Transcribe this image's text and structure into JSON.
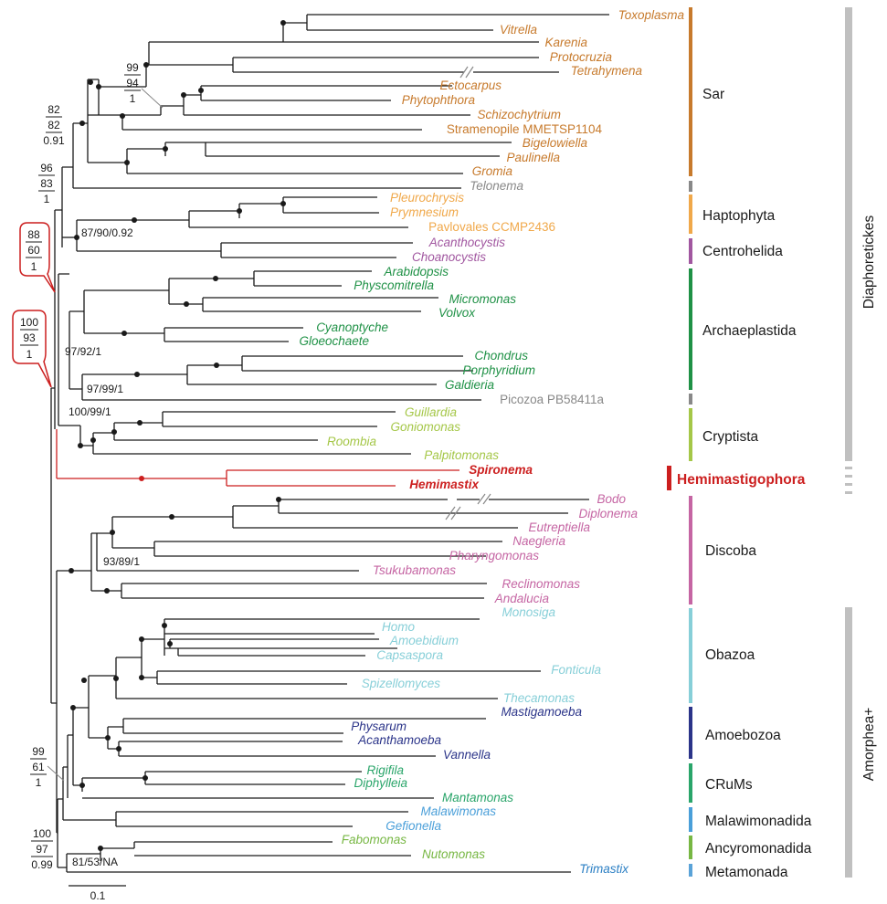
{
  "colors": {
    "sar": "#c77a2c",
    "haptophyta": "#f0a84a",
    "centrohelida": "#a157a0",
    "archaeplastida": "#1f9146",
    "cryptista": "#a5c748",
    "hemimastigophora": "#cc1f1f",
    "discoba": "#c565a3",
    "obazoa": "#87cfd8",
    "amoebozoa": "#2b3489",
    "crums": "#2aa56a",
    "malawimonadida": "#4a9fd9",
    "ancyromonadida": "#77b743",
    "metamonada": "#5aa3d8",
    "gray": "#888888",
    "superbar": "#c0c0c0"
  },
  "taxa": [
    {
      "name": "Toxoplasma"
    },
    {
      "name": "Vitrella"
    },
    {
      "name": "Karenia"
    },
    {
      "name": "Protocruzia"
    },
    {
      "name": "Tetrahymena"
    },
    {
      "name": "Ectocarpus"
    },
    {
      "name": "Phytophthora"
    },
    {
      "name": "Schizochytrium"
    },
    {
      "name": "Stramenopile MMETSP1104"
    },
    {
      "name": "Bigelowiella"
    },
    {
      "name": "Paulinella"
    },
    {
      "name": "Gromia"
    },
    {
      "name": "Telonema"
    },
    {
      "name": "Pleurochrysis"
    },
    {
      "name": "Prymnesium"
    },
    {
      "name": "Pavlovales CCMP2436"
    },
    {
      "name": "Acanthocystis"
    },
    {
      "name": "Choanocystis"
    },
    {
      "name": "Arabidopsis"
    },
    {
      "name": "Physcomitrella"
    },
    {
      "name": "Micromonas"
    },
    {
      "name": "Volvox"
    },
    {
      "name": "Cyanoptyche"
    },
    {
      "name": "Gloeochaete"
    },
    {
      "name": "Chondrus"
    },
    {
      "name": "Porphyridium"
    },
    {
      "name": "Galdieria"
    },
    {
      "name": "Picozoa PB58411a"
    },
    {
      "name": "Guillardia"
    },
    {
      "name": "Goniomonas"
    },
    {
      "name": "Roombia"
    },
    {
      "name": "Palpitomonas"
    },
    {
      "name": "Spironema"
    },
    {
      "name": "Hemimastix"
    },
    {
      "name": "Bodo"
    },
    {
      "name": "Diplonema"
    },
    {
      "name": "Eutreptiella"
    },
    {
      "name": "Naegleria"
    },
    {
      "name": "Pharyngomonas"
    },
    {
      "name": "Tsukubamonas"
    },
    {
      "name": "Reclinomonas"
    },
    {
      "name": "Andalucia"
    },
    {
      "name": "Monosiga"
    },
    {
      "name": "Homo"
    },
    {
      "name": "Amoebidium"
    },
    {
      "name": "Capsaspora"
    },
    {
      "name": "Fonticula"
    },
    {
      "name": "Spizellomyces"
    },
    {
      "name": "Thecamonas"
    },
    {
      "name": "Mastigamoeba"
    },
    {
      "name": "Physarum"
    },
    {
      "name": "Acanthamoeba"
    },
    {
      "name": "Vannella"
    },
    {
      "name": "Rigifila"
    },
    {
      "name": "Diphylleia"
    },
    {
      "name": "Mantamonas"
    },
    {
      "name": "Malawimonas"
    },
    {
      "name": "Gefionella"
    },
    {
      "name": "Fabomonas"
    },
    {
      "name": "Nutomonas"
    },
    {
      "name": "Trimastix"
    }
  ],
  "groups": [
    {
      "name": "Sar"
    },
    {
      "name": "Haptophyta"
    },
    {
      "name": "Centrohelida"
    },
    {
      "name": "Archaeplastida"
    },
    {
      "name": "Cryptista"
    },
    {
      "name": "Hemimastigophora"
    },
    {
      "name": "Discoba"
    },
    {
      "name": "Obazoa"
    },
    {
      "name": "Amoebozoa"
    },
    {
      "name": "CRuMs"
    },
    {
      "name": "Malawimonadida"
    },
    {
      "name": "Ancyromonadida"
    },
    {
      "name": "Metamonada"
    }
  ],
  "supergroups": [
    {
      "name": "Diaphoretickes"
    },
    {
      "name": "Amorphea+"
    }
  ],
  "support": {
    "s1": [
      "99",
      "94",
      "1"
    ],
    "s2": [
      "82",
      "82",
      "0.91"
    ],
    "s3": [
      "96",
      "83",
      "1"
    ],
    "s4": [
      "88",
      "60",
      "1"
    ],
    "s5": [
      "100",
      "93",
      "1"
    ],
    "s6": [
      "99",
      "61",
      "1"
    ],
    "s7": [
      "100",
      "97",
      "0.99"
    ],
    "l1": "87/90/0.92",
    "l2": "97/92/1",
    "l3": "97/99/1",
    "l4": "100/99/1",
    "l5": "93/89/1",
    "l6": "81/53/NA"
  },
  "scale": {
    "label": "0.1"
  }
}
